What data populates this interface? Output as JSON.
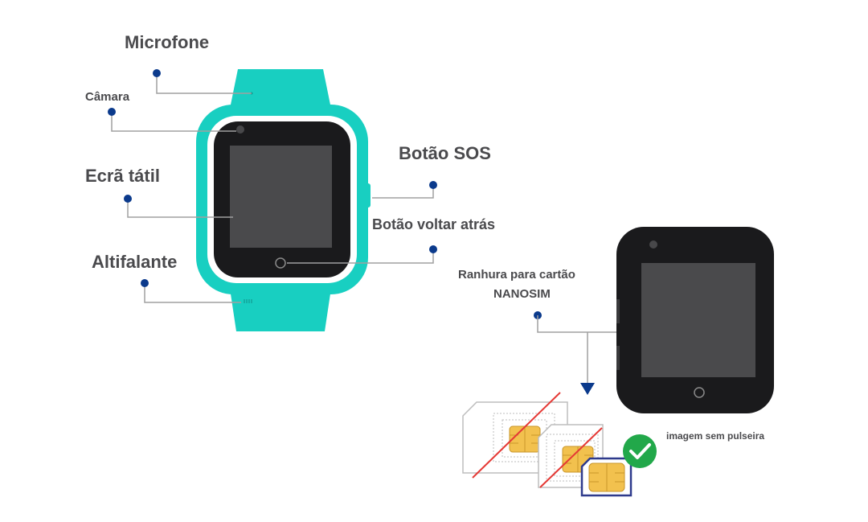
{
  "labels": {
    "microfone": "Microfone",
    "camara": "Câmara",
    "ecra_tatil": "Ecrã tátil",
    "altifalante": "Altifalante",
    "botao_sos": "Botão SOS",
    "botao_voltar": "Botão voltar atrás",
    "ranhura_line1": "Ranhura para cartão",
    "ranhura_line2": "NANOSIM",
    "imagem_sem_pulseira": "imagem sem pulseira"
  },
  "colors": {
    "band": "#18cfc1",
    "case_dark": "#1a1a1c",
    "screen": "#4a4a4c",
    "dot": "#0b3a8c",
    "leader": "#a0a0a0",
    "strike": "#e53935",
    "check": "#22a84a",
    "nano_border": "#2e3a8c",
    "chip": "#f2c14e"
  }
}
